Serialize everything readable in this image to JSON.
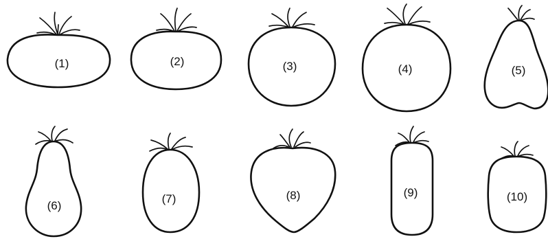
{
  "figure": {
    "shapes": [
      {
        "label": "(1)"
      },
      {
        "label": "(2)"
      },
      {
        "label": "(3)"
      },
      {
        "label": "(4)"
      },
      {
        "label": "(5)"
      },
      {
        "label": "(6)"
      },
      {
        "label": "(7)"
      },
      {
        "label": "(8)"
      },
      {
        "label": "(9)"
      },
      {
        "label": "(10)"
      }
    ]
  }
}
